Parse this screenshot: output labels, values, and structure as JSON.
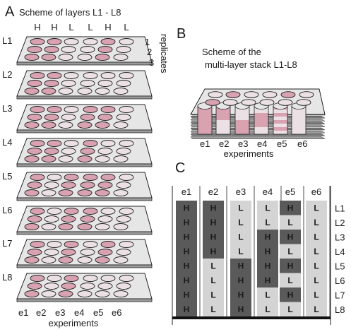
{
  "panels": {
    "a": {
      "letter": "A",
      "title": "Scheme of layers L1 - L8",
      "column_labels": [
        "H",
        "H",
        "L",
        "L",
        "H",
        "L"
      ],
      "replicate_numbers": [
        "1",
        "2",
        "3"
      ],
      "replicates_label": "replicates",
      "layer_labels": [
        "L1",
        "L2",
        "L3",
        "L4",
        "L5",
        "L6",
        "L7",
        "L8"
      ],
      "experiment_labels": [
        "e1",
        "e2",
        "e3",
        "e4",
        "e5",
        "e6"
      ],
      "x_label": "experiments"
    },
    "b": {
      "letter": "B",
      "title_line1": "Scheme of the",
      "title_line2": "multi-layer stack L1-L8",
      "experiment_labels": [
        "e1",
        "e2",
        "e3",
        "e4",
        "e5",
        "e6"
      ],
      "x_label": "experiments"
    },
    "c": {
      "letter": "C",
      "columns": [
        "e1",
        "e2",
        "e3",
        "e4",
        "e5",
        "e6"
      ],
      "rows": [
        "L1",
        "L2",
        "L3",
        "L4",
        "L5",
        "L6",
        "L7",
        "L8"
      ],
      "matrix": [
        [
          "H",
          "H",
          "L",
          "L",
          "H",
          "L"
        ],
        [
          "H",
          "H",
          "L",
          "L",
          "L",
          "L"
        ],
        [
          "H",
          "H",
          "L",
          "H",
          "H",
          "L"
        ],
        [
          "H",
          "H",
          "L",
          "H",
          "L",
          "L"
        ],
        [
          "H",
          "L",
          "H",
          "H",
          "H",
          "L"
        ],
        [
          "H",
          "L",
          "H",
          "H",
          "L",
          "L"
        ],
        [
          "H",
          "L",
          "H",
          "L",
          "H",
          "L"
        ],
        [
          "H",
          "L",
          "H",
          "L",
          "L",
          "L"
        ]
      ]
    }
  },
  "colors": {
    "high": "#5a5a5a",
    "low": "#d4d4d4",
    "pink": "#d8a2b0",
    "light_pink": "#ebe0e4",
    "plate": "#e6e6e6",
    "outline": "#222222"
  }
}
